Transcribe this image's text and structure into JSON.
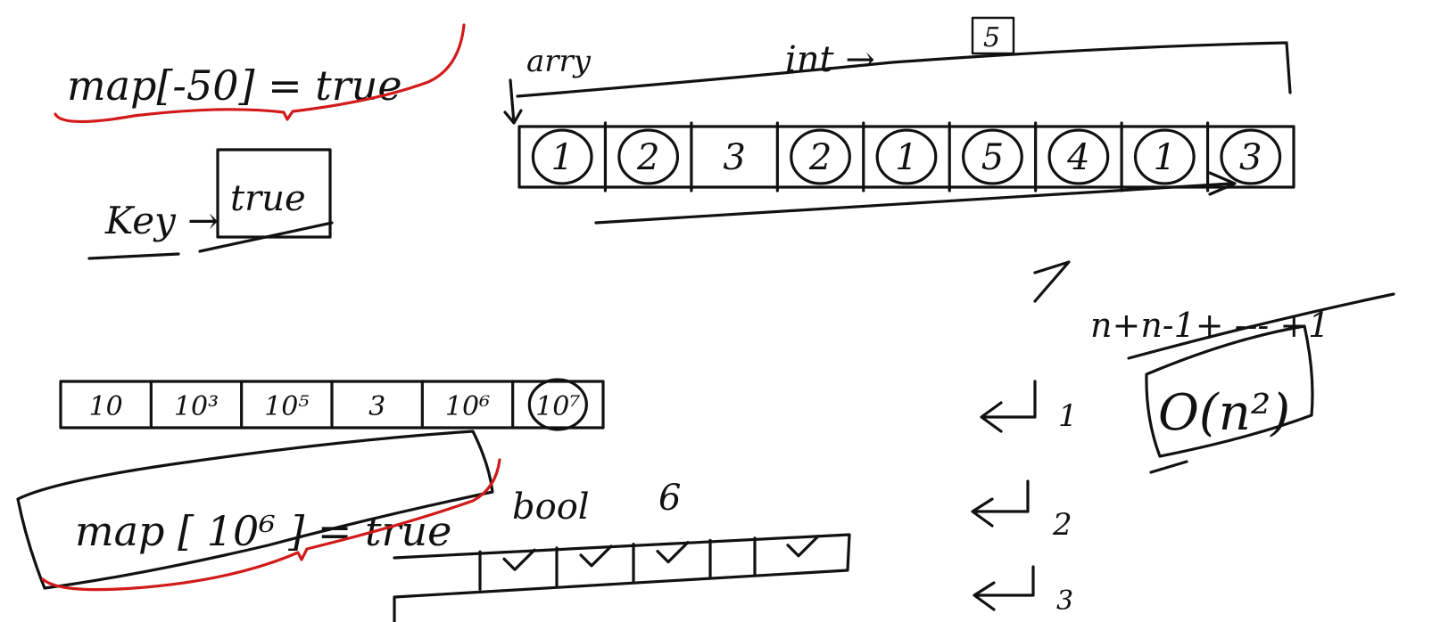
{
  "notes": {
    "map_neg50": "map[-50] = true",
    "key_arrow": "Key →",
    "key_value": "true",
    "array_label": "arry",
    "int_label": "int →",
    "int_value": "5",
    "array_cells": [
      "1",
      "2",
      "3",
      "2",
      "1",
      "5",
      "4",
      "1",
      "3"
    ],
    "circled_indices": [
      0,
      1,
      3,
      4,
      5,
      6,
      7,
      8
    ],
    "sum_series": "n+n-1+ --- +1",
    "complexity": "O(n²)",
    "gt_symbol": ">",
    "big_array_cells": [
      "10",
      "10³",
      "10⁵",
      "3",
      "10⁶",
      "10⁷"
    ],
    "big_circled_index": 5,
    "map_10_6": "map [ 10⁶ ] = true",
    "bool_label": "bool",
    "bool_size": "6",
    "bool_checks": [
      false,
      true,
      true,
      true,
      false,
      true
    ],
    "steps": [
      "1",
      "2",
      "3"
    ]
  },
  "colors": {
    "ink": "#111111",
    "highlight": "#d11a1a"
  }
}
